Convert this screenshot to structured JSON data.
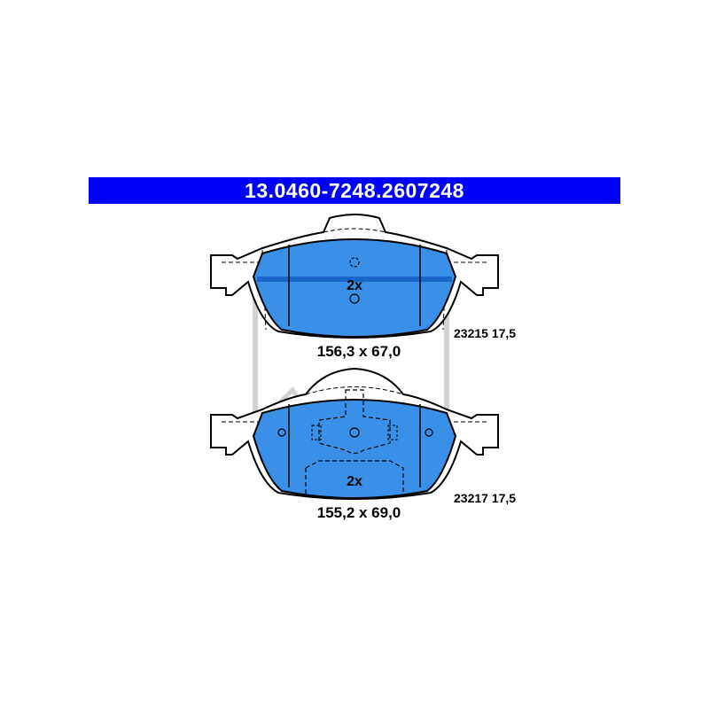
{
  "header": {
    "article_number": "13.0460-7248.2",
    "ref_number": "607248"
  },
  "colors": {
    "header_bg": "#0000ff",
    "header_text": "#ffffff",
    "pad_fill": "#3a8fe6",
    "pad_band": "#1a67c9",
    "outline": "#000000",
    "watermark": "#c8c8c8"
  },
  "pads": [
    {
      "quantity": "2x",
      "dimensions": "156,3 x 67,0",
      "part_info": "23215 17,5"
    },
    {
      "quantity": "2x",
      "dimensions": "155,2 x 69,0",
      "part_info": "23217 17,5"
    }
  ],
  "watermark_icon": "ate-logo"
}
